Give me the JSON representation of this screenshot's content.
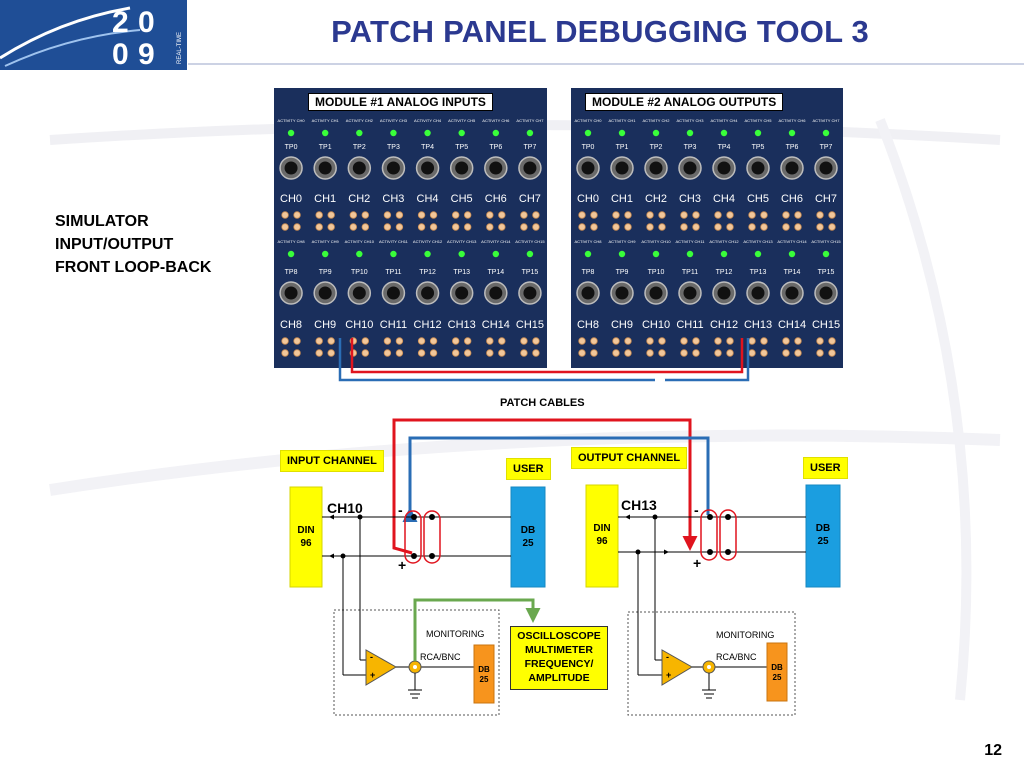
{
  "title": "PATCH PANEL DEBUGGING TOOL 3",
  "logo": {
    "digits": [
      "2",
      "0",
      "0",
      "9"
    ],
    "side_text": "REAL-TIME"
  },
  "page_number": "12",
  "simulator_lines": [
    "SIMULATOR",
    "INPUT/OUTPUT",
    "FRONT LOOP-BACK"
  ],
  "patch_cables_label": "PATCH CABLES",
  "panels": [
    {
      "label": "MODULE #1 ANALOG INPUTS",
      "activity_row1": [
        "ACTIVITY CH0",
        "ACTIVITY CH1",
        "ACTIVITY CH2",
        "ACTIVITY CH3",
        "ACTIVITY CH4",
        "ACTIVITY CH5",
        "ACTIVITY CH6",
        "ACTIVITY CH7"
      ],
      "tp_row1": [
        "TP0",
        "TP1",
        "TP2",
        "TP3",
        "TP4",
        "TP5",
        "TP6",
        "TP7"
      ],
      "ch_row1": [
        "CH0",
        "CH1",
        "CH2",
        "CH3",
        "CH4",
        "CH5",
        "CH6",
        "CH7"
      ],
      "activity_row2": [
        "ACTIVITY CH8",
        "ACTIVITY CH9",
        "ACTIVITY CH10",
        "ACTIVITY CH11",
        "ACTIVITY CH12",
        "ACTIVITY CH13",
        "ACTIVITY CH14",
        "ACTIVITY CH15"
      ],
      "tp_row2": [
        "TP8",
        "TP9",
        "TP10",
        "TP11",
        "TP12",
        "TP13",
        "TP14",
        "TP15"
      ],
      "ch_row2": [
        "CH8",
        "CH9",
        "CH10",
        "CH11",
        "CH12",
        "CH13",
        "CH14",
        "CH15"
      ]
    },
    {
      "label": "MODULE #2 ANALOG OUTPUTS",
      "activity_row1": [
        "ACTIVITY CH0",
        "ACTIVITY CH1",
        "ACTIVITY CH2",
        "ACTIVITY CH3",
        "ACTIVITY CH4",
        "ACTIVITY CH5",
        "ACTIVITY CH6",
        "ACTIVITY CH7"
      ],
      "tp_row1": [
        "TP0",
        "TP1",
        "TP2",
        "TP3",
        "TP4",
        "TP5",
        "TP6",
        "TP7"
      ],
      "ch_row1": [
        "CH0",
        "CH1",
        "CH2",
        "CH3",
        "CH4",
        "CH5",
        "CH6",
        "CH7"
      ],
      "activity_row2": [
        "ACTIVITY CH8",
        "ACTIVITY CH9",
        "ACTIVITY CH10",
        "ACTIVITY CH11",
        "ACTIVITY CH12",
        "ACTIVITY CH13",
        "ACTIVITY CH14",
        "ACTIVITY CH15"
      ],
      "tp_row2": [
        "TP8",
        "TP9",
        "TP10",
        "TP11",
        "TP12",
        "TP13",
        "TP14",
        "TP15"
      ],
      "ch_row2": [
        "CH8",
        "CH9",
        "CH10",
        "CH11",
        "CH12",
        "CH13",
        "CH14",
        "CH15"
      ]
    }
  ],
  "left_circuit": {
    "channel_tag": "INPUT CHANNEL",
    "user_tag": "USER",
    "channel": "CH10",
    "din": [
      "DIN",
      "96"
    ],
    "db": [
      "DB",
      "25"
    ],
    "minus": "-",
    "plus": "+",
    "monitoring": "MONITORING",
    "rca": "RCA/BNC",
    "db_small": [
      "DB",
      "25"
    ],
    "amp_minus": "-",
    "amp_plus": "+"
  },
  "right_circuit": {
    "channel_tag": "OUTPUT CHANNEL",
    "user_tag": "USER",
    "channel": "CH13",
    "din": [
      "DIN",
      "96"
    ],
    "db": [
      "DB",
      "25"
    ],
    "minus": "-",
    "plus": "+",
    "monitoring": "MONITORING",
    "rca": "RCA/BNC",
    "db_small": [
      "DB",
      "25"
    ],
    "amp_minus": "-",
    "amp_plus": "+"
  },
  "oscilloscope": [
    "OSCILLOSCOPE",
    "MULTIMETER",
    "FREQUENCY/",
    "AMPLITUDE"
  ],
  "colors": {
    "title": "#2b3990",
    "panel": "#1a2f5c",
    "led": "#39ff3a",
    "red_cable": "#e0141e",
    "blue_cable": "#2a6db5",
    "green_cable": "#6aa84f",
    "yellow": "#ffff00",
    "db_blue": "#1b9ee0",
    "orange": "#f7941d"
  }
}
